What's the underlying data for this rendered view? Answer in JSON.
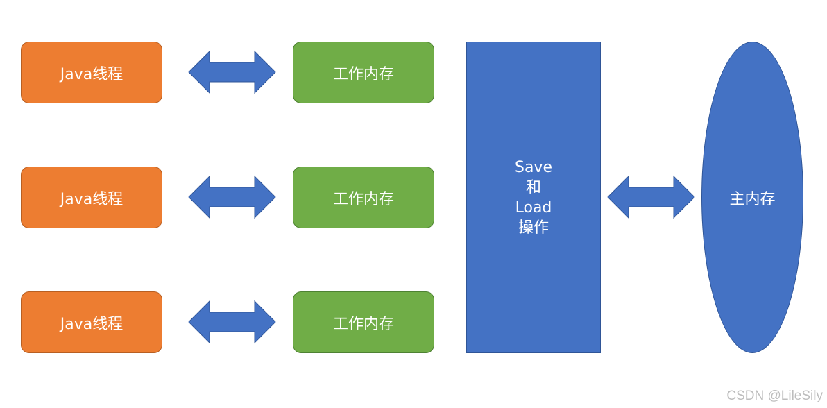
{
  "colors": {
    "thread": "#ED7D31",
    "work_memory": "#70AD47",
    "blue": "#4472C4",
    "text": "#FFFFFF"
  },
  "threads": [
    {
      "label": "Java线程"
    },
    {
      "label": "Java线程"
    },
    {
      "label": "Java线程"
    }
  ],
  "work_memories": [
    {
      "label": "工作内存"
    },
    {
      "label": "工作内存"
    },
    {
      "label": "工作内存"
    }
  ],
  "save_load": {
    "line1": "Save",
    "line2": "和",
    "line3": "Load",
    "line4": "操作"
  },
  "main_memory": {
    "label": "主内存"
  },
  "watermark": "CSDN @LileSily",
  "icons": [
    "double-arrow-icon"
  ]
}
